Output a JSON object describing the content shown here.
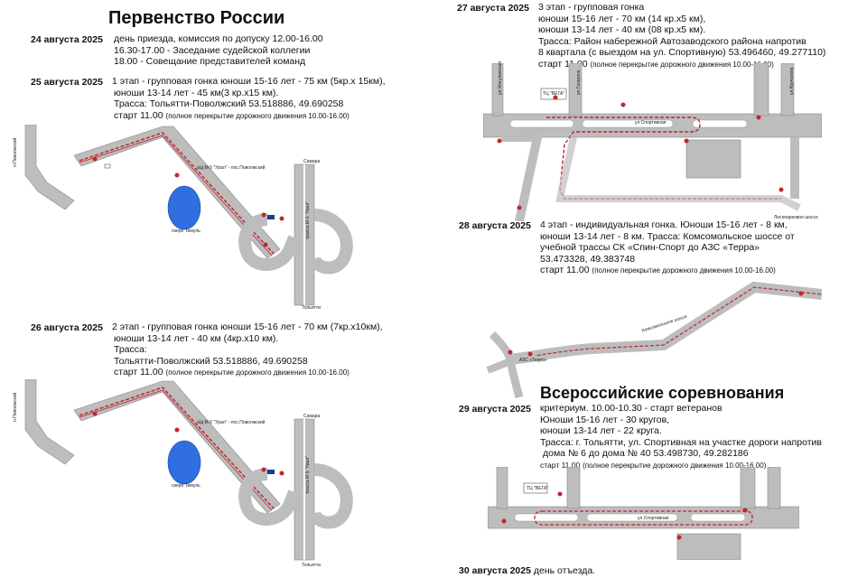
{
  "left": {
    "title": "Первенство России",
    "day1": {
      "date": "24 августа 2025",
      "lines": [
        "день приезда, комиссия по допуску 12.00-16.00",
        "16.30-17.00 - Заседание судейской коллегии",
        "18.00 - Совещание представителей команд"
      ]
    },
    "stage1": {
      "date": "25 августа 2025",
      "lines": [
        "1 этап - групповая гонка  юноши 15-16 лет - 75 км (5кр.х 15км),",
        "юноши 13-14 лет - 45 км(3 кр.х15 км).",
        "Трасса: Тольятти-Поволжский 53.518886, 49.690258"
      ],
      "start": "старт 11.00",
      "note": "(полное перекрытие дорожного движения 10.00-16.00)"
    },
    "stage2": {
      "date": "26 августа 2025",
      "lines": [
        "2 этап - групповая гонка  юноши 15-16 лет - 70 км (7кр.х10км),",
        "юноши 13-14 лет - 40 км (4кр.х10 км).",
        "Трасса:",
        "Тольятти-Поволжский 53.518886, 49.690258"
      ],
      "start": "старт 11.00",
      "note": "(полное перекрытие дорожного движения 10.00-16.00)"
    },
    "map_labels": {
      "poselok": "п.Поволжский",
      "road": "а/д М-5 \"Урал\" - пос.Поволжский",
      "lake": "озеро Тимуль",
      "samara": "Самара",
      "trassa": "трасса М-5 \"Урал\"",
      "tolyatti": "Тольятти"
    }
  },
  "right": {
    "stage3": {
      "date": "27 августа 2025",
      "lines": [
        "3 этап - групповая гонка",
        "юноши 15-16 лет - 70 км (14 кр.х5 км),",
        "юноши 13-14 лет - 40 км (08 кр.х5 км).",
        "Трасса: Район набережной Автозаводского района напротив",
        "8 квартала (с выездом на ул. Спортивную) 53.496460, 49.277110)"
      ],
      "start": "старт 11.00",
      "note": "(полное перекрытие дорожного движения 10.00-16.00)"
    },
    "stage4": {
      "date": "28 августа 2025",
      "lines": [
        "4 этап - индивидуальная гонка. Юноши 15-16 лет - 8 км,",
        "юноши 13-14 лет - 8 км. Трасса: Комсомольское шоссе от",
        "учебной трассы СК «Спин-Спорт до АЗС «Терра»",
        "53.473328, 49.383748"
      ],
      "start": "старт 11.00",
      "note": "(полное перекрытие дорожного движения 10.00-16.00)"
    },
    "title2": "Всероссийские соревнования",
    "stage5": {
      "date": "29 августа 2025",
      "lines": [
        "критериум. 10.00-10.30 - старт ветеранов",
        "Юноши 15-16 лет - 30 кругов,",
        "юноши 13-14 лет - 22 круга.",
        "Трасса: г. Тольятти, ул. Спортивная на участке дороги напротив",
        "дома № 6 до дома № 40        53.498730, 49.282186"
      ],
      "start": "старт 11.00",
      "note": "(полное перекрытие дорожного движения 10.00-16.00)"
    },
    "day_last": {
      "date": "30 августа 2025",
      "text": "день отъезда."
    },
    "map_labels": {
      "sportivnaya": "ул.Спортивная",
      "zhiguli": "ул.Жигулевская",
      "gagarin": "ул.Гагарина",
      "kurchatov": "ул.Курчатова",
      "lesnoye": "Лесопарковое шоссе",
      "komsomol": "Комсомольское шоссе",
      "paket": "ТЦ \"ВЕГА\"",
      "azs": "АЗС «Терра»"
    }
  }
}
